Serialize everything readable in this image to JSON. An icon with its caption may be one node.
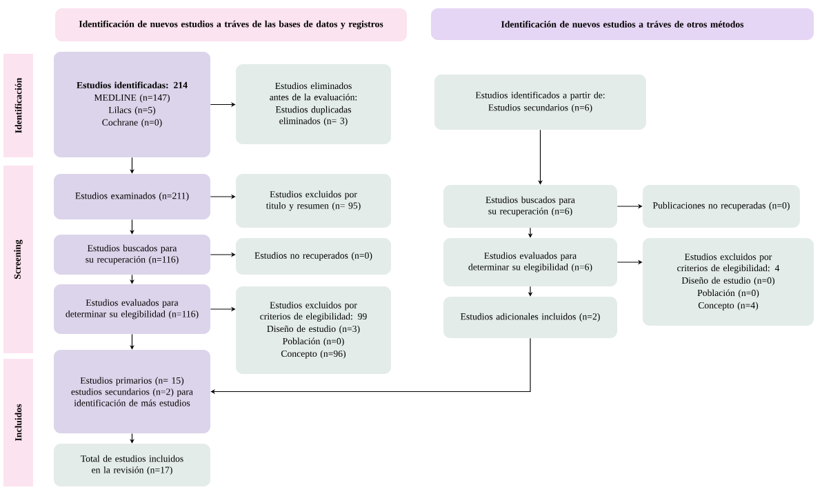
{
  "diagram": {
    "nodes": [
      {
        "text": [
          "Identificación de nuevos estudios a tráves de las bases de datos y registros"
        ]
      },
      {
        "text": [
          "Identificación de nuevos estudios a tráves de otros métodos"
        ]
      },
      {
        "text": [
          "Identificación"
        ]
      },
      {
        "text": [
          "Screening"
        ]
      },
      {
        "text": [
          "Incluidos"
        ]
      },
      {
        "text": [
          "Estudios identificadas: 214",
          "MEDLINE (n=147)",
          "Lilacs (n=5)",
          "Cochrane (n=0)"
        ]
      },
      {
        "text": [
          "Estudios eliminados antes de la evaluación:",
          "Estudios duplicadas eliminados (n= 3)"
        ]
      },
      {
        "text": [
          "Estudios identificados a partir de:",
          "Estudios secundarios (n=6)"
        ]
      },
      {
        "text": [
          "Estudios examinados (n=211)"
        ]
      },
      {
        "text": [
          "Estudios excluidos por titulo y resumen (n= 95)"
        ]
      },
      {
        "text": [
          "Estudios buscados para su recuperación (n=116)"
        ]
      },
      {
        "text": [
          "Estudios no recuperados (n=0)"
        ]
      },
      {
        "text": [
          "Estudios evaluados para determinar su elegibilidad (n=116)"
        ]
      },
      {
        "text": [
          "Estudios excluidos por criterios de elegibilidad: 99",
          "Diseño de estudio (n=3)",
          "Población (n=0)",
          "Concepto (n=96)"
        ]
      },
      {
        "text": [
          "Estudios buscados para su recuperación (n=6)"
        ]
      },
      {
        "text": [
          "Publicaciones no recuperadas (n=0)"
        ]
      },
      {
        "text": [
          "Estudios evaluados para determinar su elegibilidad (n=6)"
        ]
      },
      {
        "text": [
          "Estudios excluidos por criterios de elegibilidad: 4",
          "Diseño de estudio (n=0)",
          "Población (n=0)",
          "Concepto (n=4)"
        ]
      },
      {
        "text": [
          "Estudios adicionales incluidos (n=2)"
        ]
      },
      {
        "text": [
          "Estudios primarios (n= 15) estudios secundarios (n=2) para identificación de más estudios"
        ]
      },
      {
        "text": [
          "Total de estudios incluidos en la revisión (n=17)"
        ]
      }
    ],
    "edges": [
      {
        "from": 5,
        "to": 6,
        "arrow": "to"
      },
      {
        "from": 5,
        "to": 8,
        "arrow": "to"
      },
      {
        "from": 8,
        "to": 9,
        "arrow": "to"
      },
      {
        "from": 8,
        "to": 10,
        "arrow": "to"
      },
      {
        "from": 10,
        "to": 11,
        "arrow": "to"
      },
      {
        "from": 10,
        "to": 12,
        "arrow": "to"
      },
      {
        "from": 12,
        "to": 13,
        "arrow": "to"
      },
      {
        "from": 12,
        "to": 19,
        "arrow": "to"
      },
      {
        "from": 19,
        "to": 20,
        "arrow": "to"
      },
      {
        "from": 7,
        "to": 14,
        "arrow": "to"
      },
      {
        "from": 14,
        "to": 15,
        "arrow": "to"
      },
      {
        "from": 14,
        "to": 16,
        "arrow": "to"
      },
      {
        "from": 16,
        "to": 17,
        "arrow": "to"
      },
      {
        "from": 16,
        "to": 18,
        "arrow": "to"
      },
      {
        "from": 18,
        "to": 19,
        "arrow": "to"
      }
    ]
  }
}
